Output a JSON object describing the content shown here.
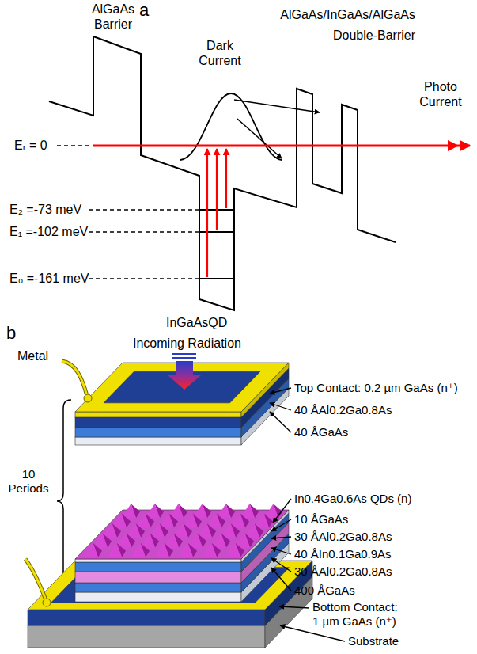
{
  "diagram": {
    "labels": [
      "a",
      "AlGaAs Barrier",
      "AlGaAs/InGaAs/AlGaAs Double-Barrier",
      "Dark Current",
      "Photo Current",
      "Eᵣ = 0",
      "E₂ =-73 meV",
      "E₁ =-102 meV",
      "E₀ =-161 meV",
      "InGaAsQD",
      "b",
      "Incoming Radiation",
      "Metal",
      "Top Contact: 0.2 µm GaAs (n⁺)",
      "40 ÅAl0.2Ga0.8As",
      "40 ÅGaAs",
      "10 Periods",
      "In0.4Ga0.6As QDs (n)",
      "10 ÅGaAs",
      "30 ÅAl0.2Ga0.8As",
      "40 ÅIn0.1Ga0.9As",
      "30 ÅAl0.2Ga0.8As",
      "400 ÅGaAs",
      "Bottom Contact: 1 µm GaAs (n⁺)",
      "Substrate"
    ]
  }
}
